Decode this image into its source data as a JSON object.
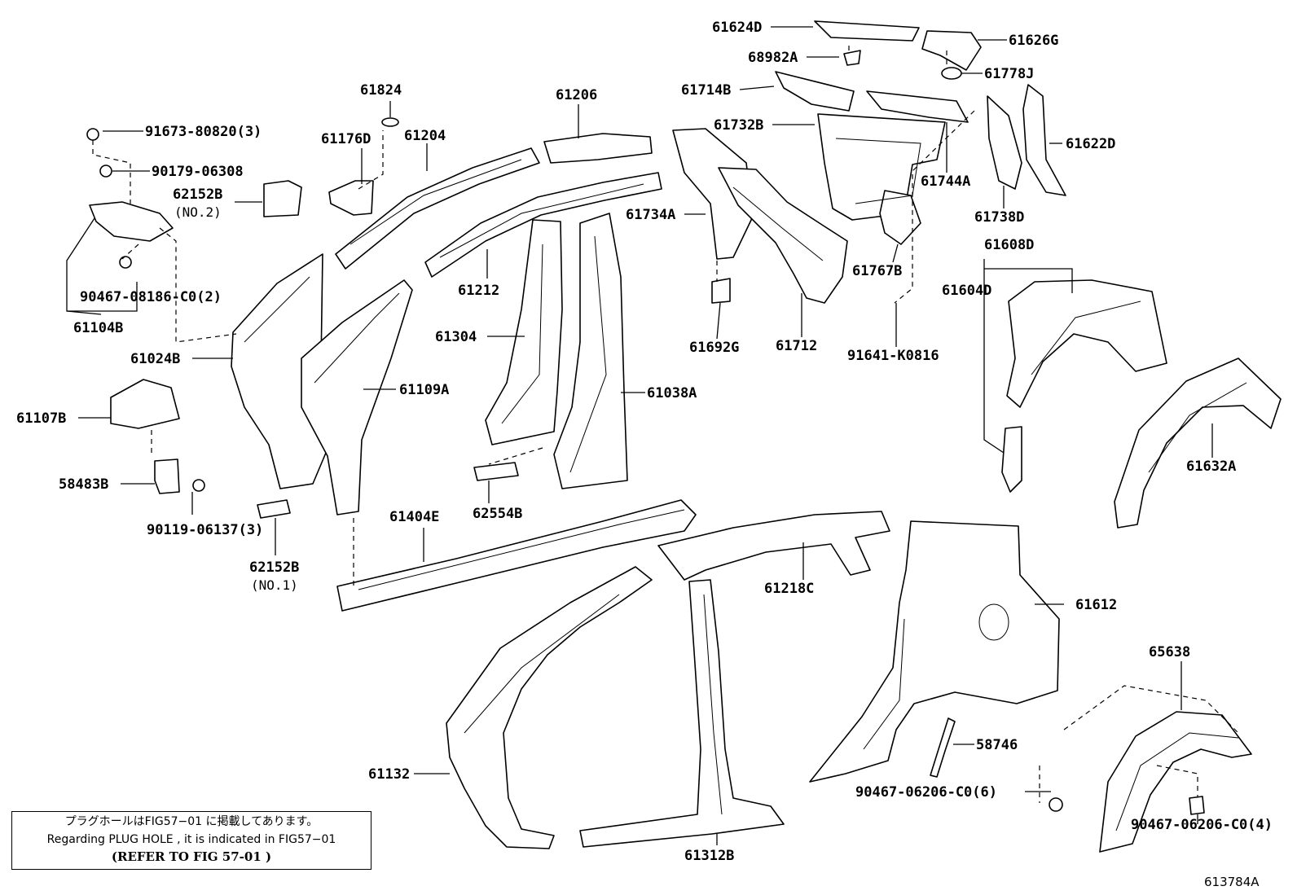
{
  "labels": {
    "p61624D": "61624D",
    "p61626G": "61626G",
    "p68982A": "68982A",
    "p61778J": "61778J",
    "p61714B": "61714B",
    "p61732B": "61732B",
    "p61622D": "61622D",
    "p61744A": "61744A",
    "p61738D": "61738D",
    "p61734A": "61734A",
    "p61767B": "61767B",
    "p61692G": "61692G",
    "p61712": "61712",
    "p91641K0816": "91641-K0816",
    "p61608D": "61608D",
    "p61604D": "61604D",
    "p61632A": "61632A",
    "p61612": "61612",
    "p61824": "61824",
    "p61206": "61206",
    "p61176D": "61176D",
    "p61204": "61204",
    "p62152B_2": "62152B",
    "p62152B_2_sub": "(NO.2)",
    "p91673": "91673-80820(3)",
    "p90179": "90179-06308",
    "p90467_08186": "90467-08186-C0(2)",
    "p61104B": "61104B",
    "p61212": "61212",
    "p61304": "61304",
    "p61024B": "61024B",
    "p61109A": "61109A",
    "p61038A": "61038A",
    "p61107B": "61107B",
    "p58483B": "58483B",
    "p90119": "90119-06137(3)",
    "p62554B": "62554B",
    "p61404E": "61404E",
    "p62152B_1": "62152B",
    "p62152B_1_sub": "(NO.1)",
    "p61218C": "61218C",
    "p65638": "65638",
    "p61132": "61132",
    "p58746": "58746",
    "p90467_06206_6": "90467-06206-C0(6)",
    "p90467_06206_4": "90467-06206-C0(4)",
    "p61312B": "61312B"
  },
  "note": {
    "line1": "プラグホールはFIG57−01 に掲載してあります。",
    "line2": "Regarding PLUG HOLE , it is indicated in FIG57−01",
    "line3": "(REFER TO FIG 57-01 )"
  },
  "figure_number": "613784A"
}
